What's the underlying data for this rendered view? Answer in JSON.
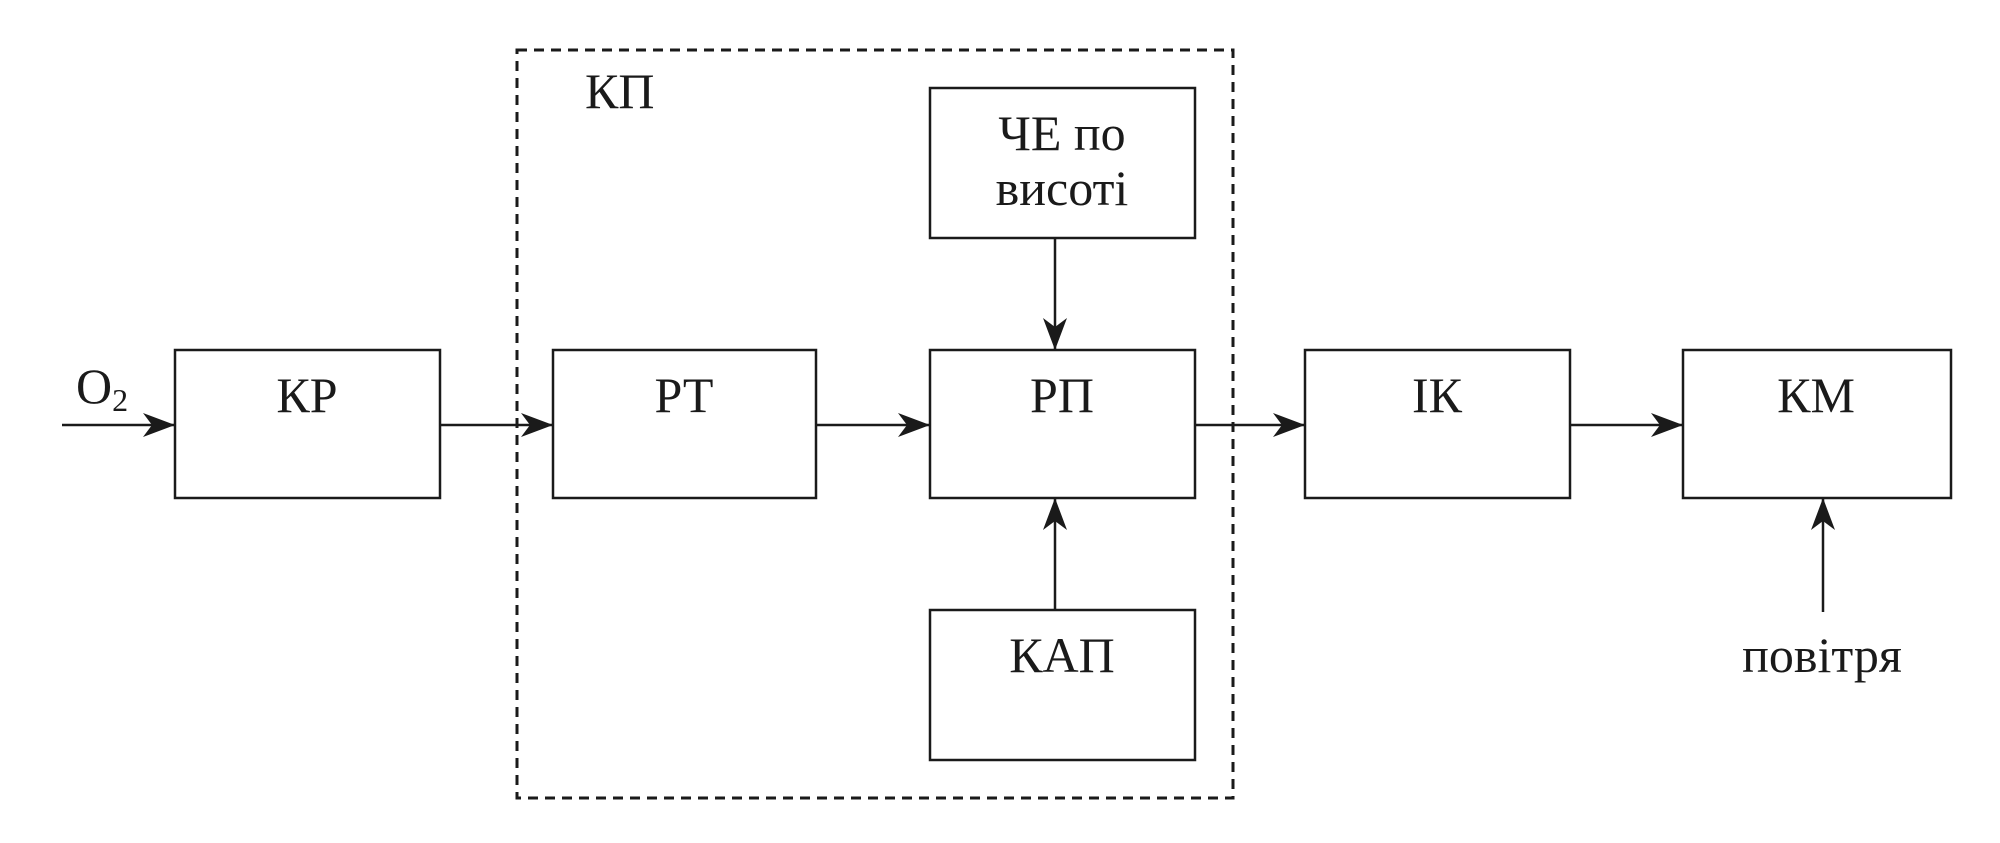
{
  "frame": {
    "label": "КП"
  },
  "blocks": {
    "kr": "КР",
    "rt": "РТ",
    "rp": "РП",
    "ik": "ІК",
    "km": "КМ",
    "che_line1": "ЧЕ по",
    "che_line2": "висоті",
    "kap": "КАП"
  },
  "inputs": {
    "oxygen_base": "O",
    "oxygen_sub": "2",
    "air": "повітря"
  },
  "colors": {
    "ink": "#1a1a1a",
    "background": "#ffffff"
  }
}
